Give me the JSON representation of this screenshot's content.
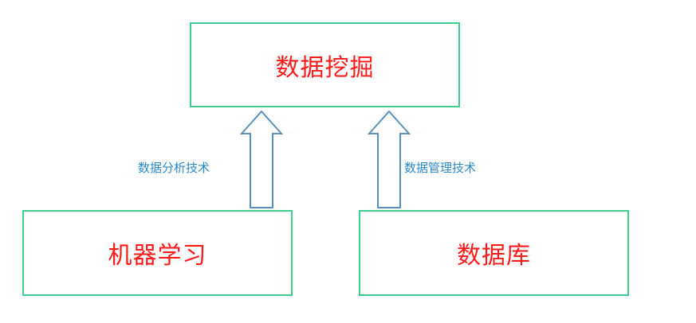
{
  "nodes": {
    "top": "数据挖掘",
    "left": "机器学习",
    "right": "数据库"
  },
  "edges": {
    "left_label": "数据分析技术",
    "right_label": "数据管理技术"
  },
  "colors": {
    "node_border": "#3ecf8e",
    "node_text": "#ff1a1a",
    "edge_text": "#2c89c8",
    "arrow_stroke": "#5a8fbf"
  }
}
